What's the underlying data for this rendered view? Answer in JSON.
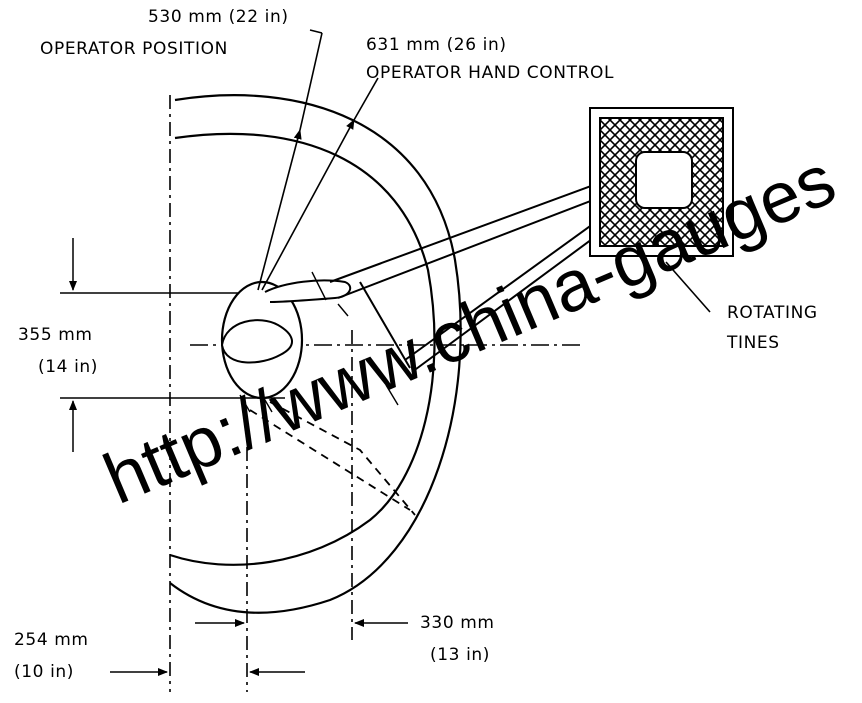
{
  "diagram": {
    "operator_position": {
      "value": "530 mm (22 in)",
      "label": "OPERATOR POSITION"
    },
    "operator_hand_control": {
      "value": "631 mm (26 in)",
      "label": "OPERATOR HAND CONTROL"
    },
    "rotating_tines": {
      "line1": "ROTATING",
      "line2": "TINES"
    },
    "dim_355": {
      "mm": "355 mm",
      "in": "(14 in)"
    },
    "dim_254": {
      "mm": "254 mm",
      "in": "(10 in)"
    },
    "dim_330": {
      "mm": "330 mm",
      "in": "(13 in)"
    },
    "watermark": "http://www.china-gauges"
  }
}
